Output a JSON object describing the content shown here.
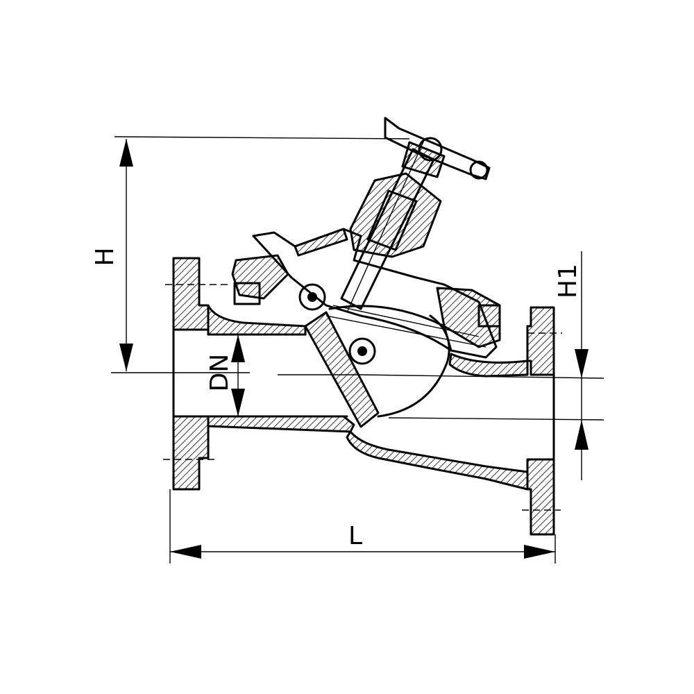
{
  "dimensions": {
    "height_label": "H",
    "height_offset_label": "H1",
    "nominal_diameter_label": "DN",
    "length_label": "L"
  }
}
